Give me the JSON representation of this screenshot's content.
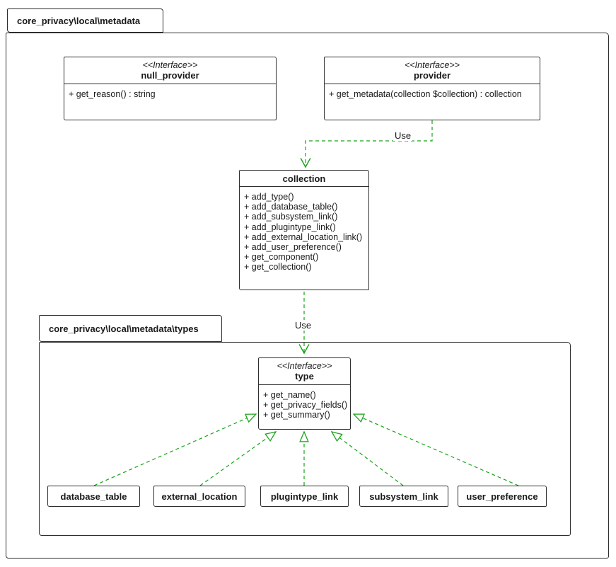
{
  "diagram": {
    "packages": {
      "outer": {
        "label": "core_privacy\\local\\metadata"
      },
      "types": {
        "label": "core_privacy\\local\\metadata\\types"
      }
    },
    "nodes": {
      "null_provider": {
        "stereotype": "<<Interface>>",
        "name": "null_provider",
        "methods": [
          "+ get_reason() : string"
        ]
      },
      "provider": {
        "stereotype": "<<Interface>>",
        "name": "provider",
        "methods": [
          "+ get_metadata(collection $collection) : collection"
        ]
      },
      "collection": {
        "name": "collection",
        "methods": [
          "+ add_type()",
          "+ add_database_table()",
          "+ add_subsystem_link()",
          "+ add_plugintype_link()",
          "+ add_external_location_link()",
          "+ add_user_preference()",
          "+ get_component()",
          "+ get_collection()"
        ]
      },
      "type": {
        "stereotype": "<<Interface>>",
        "name": "type",
        "methods": [
          "+ get_name()",
          "+ get_privacy_fields()",
          "+ get_summary()"
        ]
      },
      "database_table": {
        "name": "database_table"
      },
      "external_location": {
        "name": "external_location"
      },
      "plugintype_link": {
        "name": "plugintype_link"
      },
      "subsystem_link": {
        "name": "subsystem_link"
      },
      "user_preference": {
        "name": "user_preference"
      }
    },
    "edges": {
      "provider_uses_collection": {
        "label": "Use",
        "kind": "dependency",
        "style": "dashed"
      },
      "collection_uses_type": {
        "label": "Use",
        "kind": "dependency",
        "style": "dashed"
      },
      "realizations": [
        {
          "from": "database_table",
          "to": "type"
        },
        {
          "from": "external_location",
          "to": "type"
        },
        {
          "from": "plugintype_link",
          "to": "type"
        },
        {
          "from": "subsystem_link",
          "to": "type"
        },
        {
          "from": "user_preference",
          "to": "type"
        }
      ]
    },
    "colors": {
      "edge_green": "#18a318",
      "line": "#2e2e2e",
      "background": "#ffffff"
    }
  }
}
